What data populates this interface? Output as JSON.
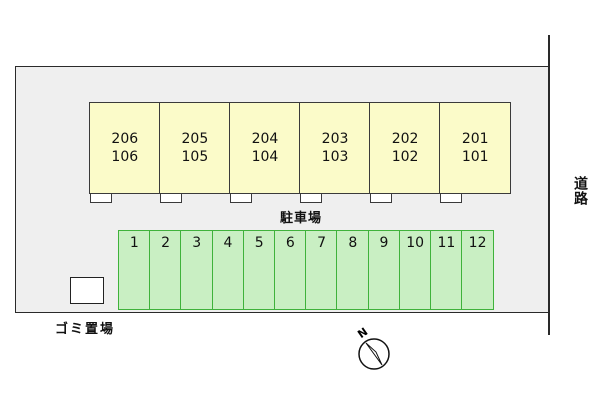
{
  "road": {
    "label": "道路"
  },
  "units": [
    {
      "upper": "206",
      "lower": "106"
    },
    {
      "upper": "205",
      "lower": "105"
    },
    {
      "upper": "204",
      "lower": "104"
    },
    {
      "upper": "203",
      "lower": "103"
    },
    {
      "upper": "202",
      "lower": "102"
    },
    {
      "upper": "201",
      "lower": "101"
    }
  ],
  "parking": {
    "label": "駐車場",
    "spaces": [
      "1",
      "2",
      "3",
      "4",
      "5",
      "6",
      "7",
      "8",
      "9",
      "10",
      "11",
      "12"
    ]
  },
  "trash": {
    "label": "ゴミ置場"
  },
  "compass": {
    "label": "N"
  },
  "colors": {
    "building_fill": "#fbfbc9",
    "parking_fill": "#c9efc3",
    "parking_border": "#3fb23b",
    "lot_fill": "#efefef"
  }
}
